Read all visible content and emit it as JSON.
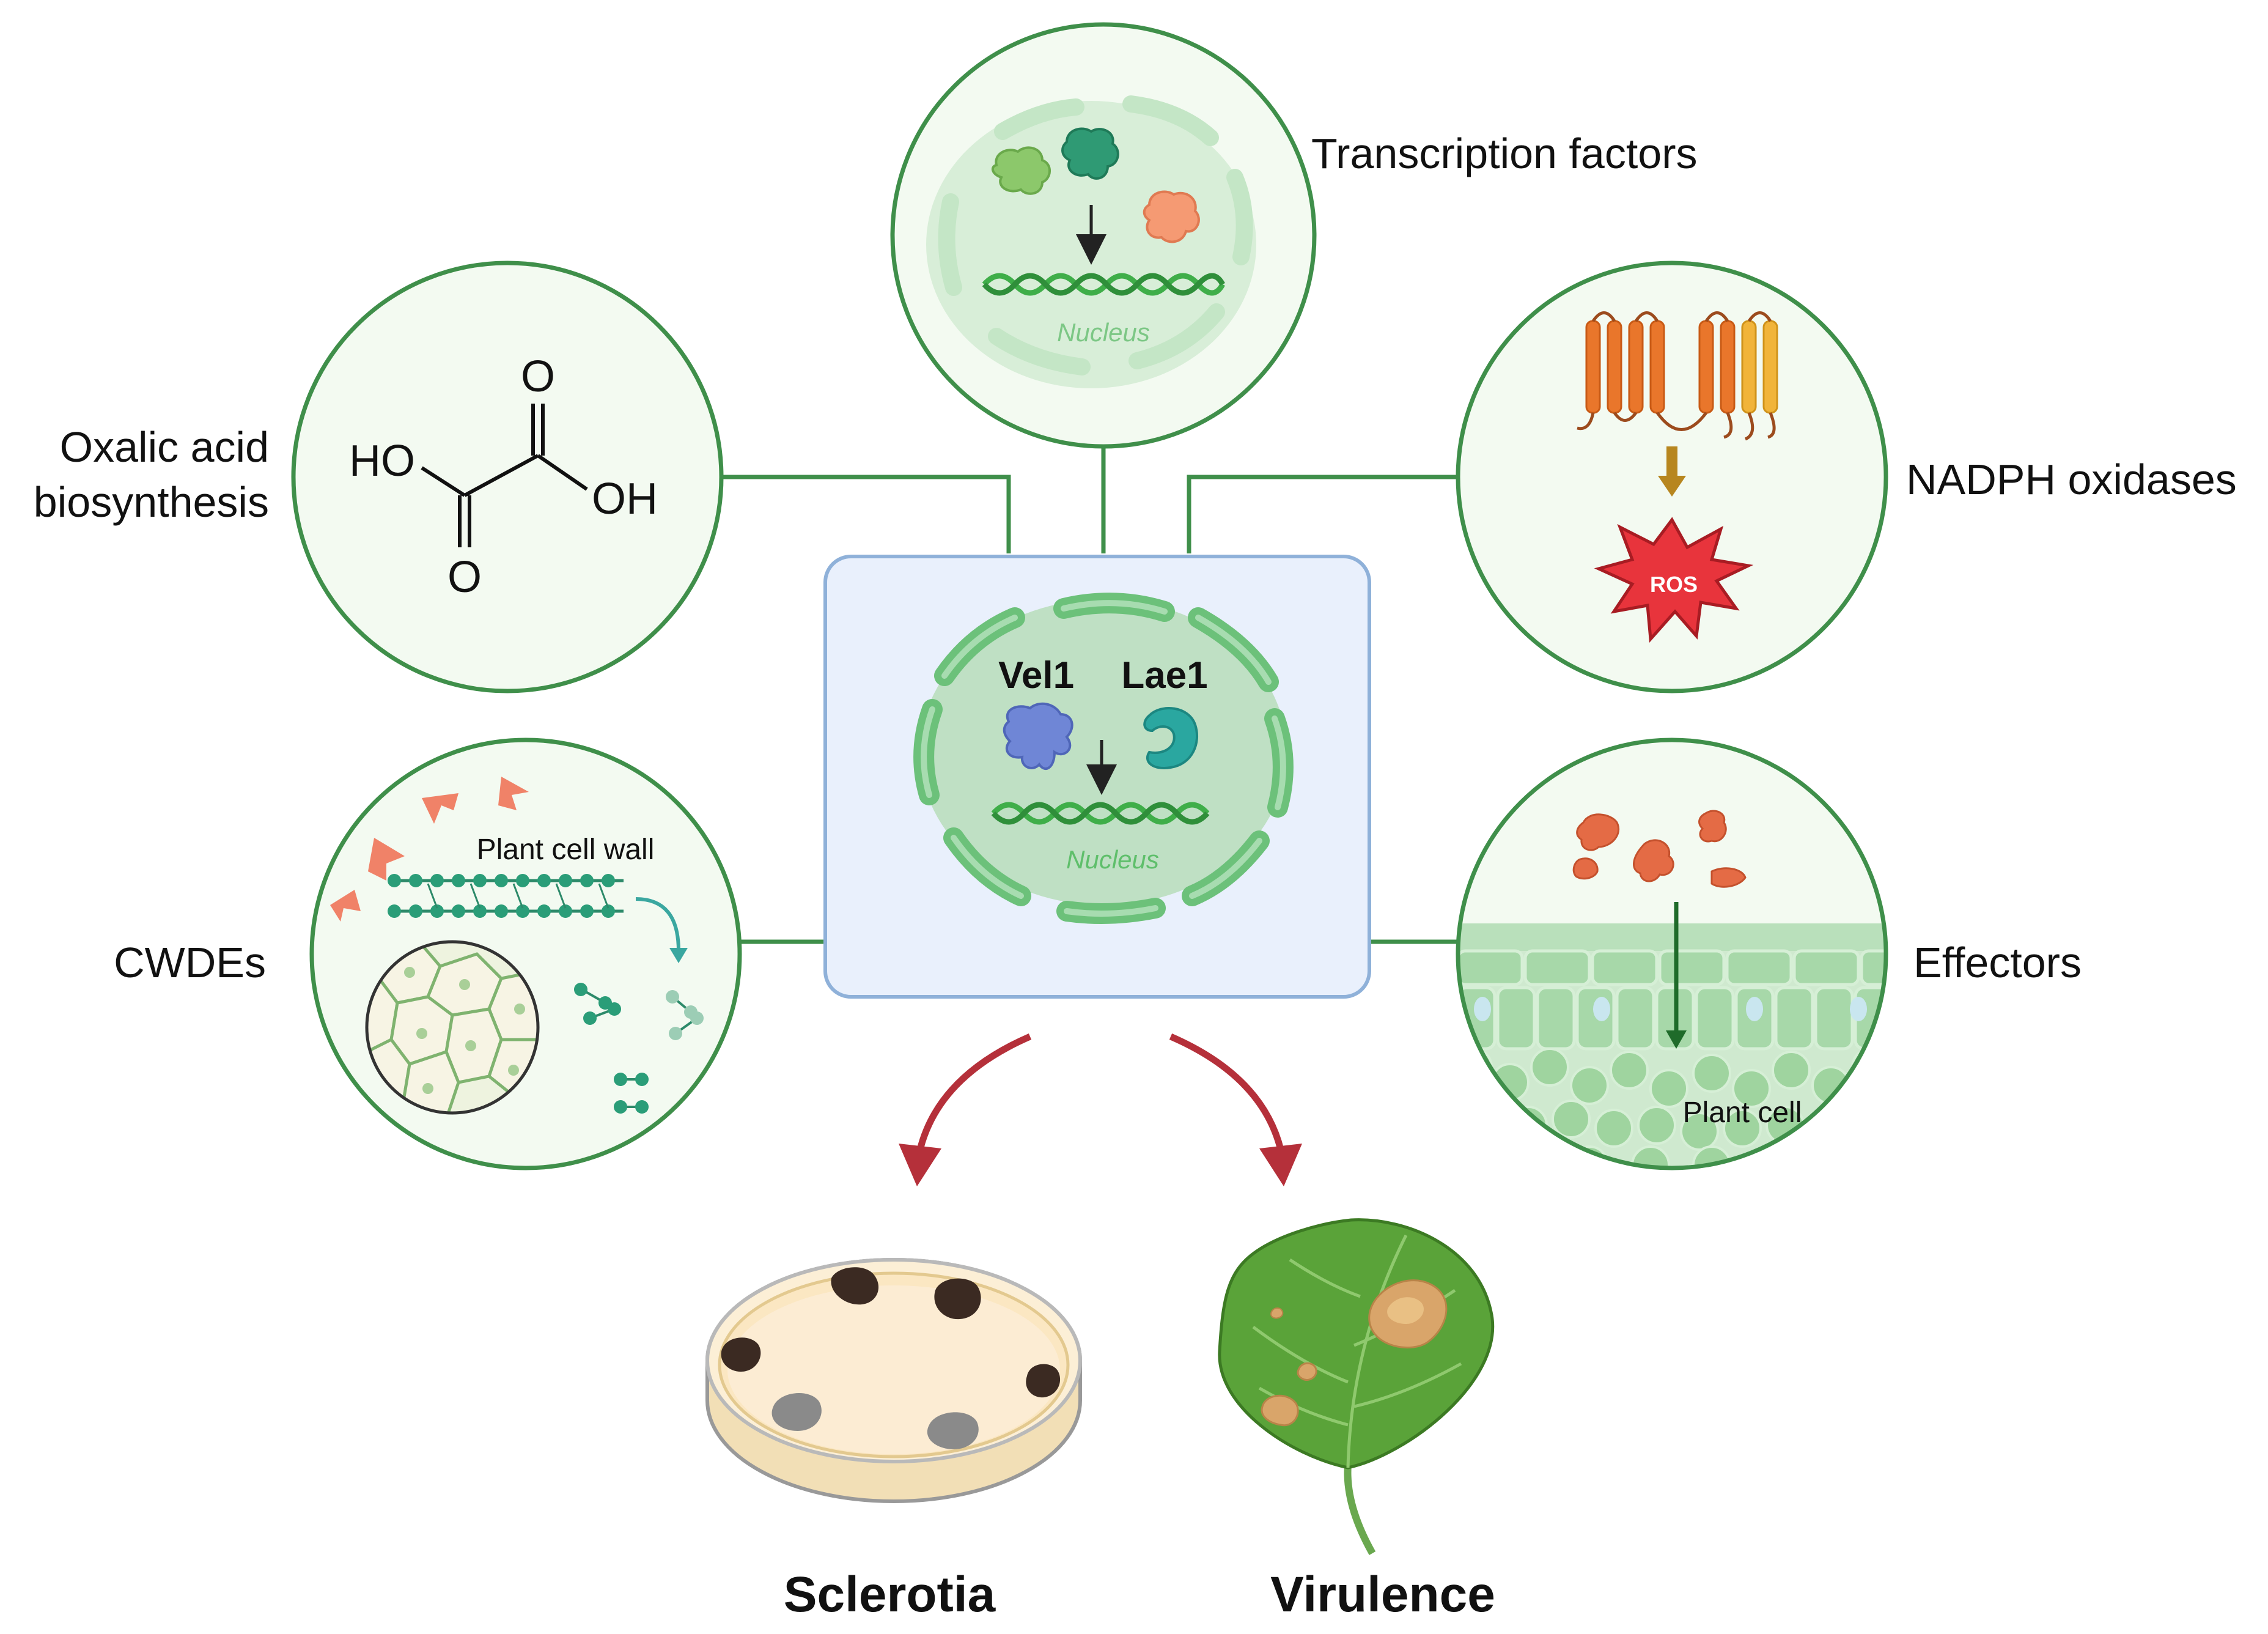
{
  "labels": {
    "transcription": "Transcription factors",
    "oxalic_line1": "Oxalic acid",
    "oxalic_line2": "biosynthesis",
    "nadph": "NADPH oxidases",
    "cwdes": "CWDEs",
    "effectors": "Effectors",
    "sclerotia": "Sclerotia",
    "virulence": "Virulence"
  },
  "center": {
    "vel1": "Vel1",
    "lae1": "Lae1",
    "nucleus": "Nucleus"
  },
  "transcription_circle": {
    "nucleus": "Nucleus"
  },
  "oxalic_circle": {
    "ho": "HO",
    "oh": "OH",
    "o_top": "O",
    "o_bottom": "O"
  },
  "nadph_circle": {
    "ros": "ROS"
  },
  "cwdes_circle": {
    "plant_cell_wall": "Plant cell wall"
  },
  "effectors_circle": {
    "plant_cell": "Plant cell"
  },
  "colors": {
    "circle_stroke": "#3f8f4a",
    "circle_fill": "#f3faf1",
    "center_box_fill": "#e9f0fc",
    "center_box_stroke": "#8fb1d9",
    "nucleus_fill": "#bfe0c4",
    "nucleus_envelope": "#6cc17a",
    "dna": "#3fae49",
    "red_arrow": "#b5303a",
    "ros_fill": "#e8343c"
  }
}
